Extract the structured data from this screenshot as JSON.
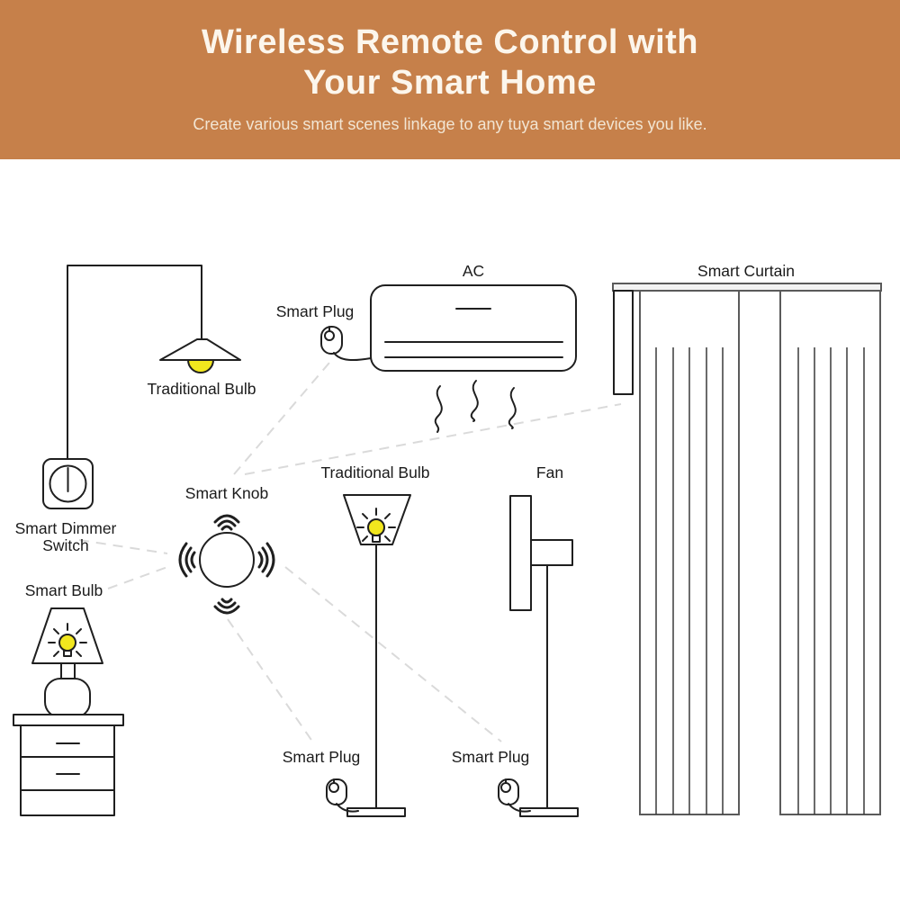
{
  "header": {
    "title_line1": "Wireless Remote Control with",
    "title_line2": "Your Smart Home",
    "subtitle": "Create various smart scenes linkage to any tuya smart devices you like."
  },
  "diagram": {
    "labels": {
      "pendant_bulb": "Traditional Bulb",
      "smart_plug_ac": "Smart Plug",
      "ac": "AC",
      "smart_curtain": "Smart Curtain",
      "smart_knob": "Smart Knob",
      "smart_dimmer_line1": "Smart Dimmer",
      "smart_dimmer_line2": "Switch",
      "smart_bulb": "Smart Bulb",
      "floor_lamp_bulb": "Traditional Bulb",
      "fan": "Fan",
      "smart_plug_floor_lamp": "Smart Plug",
      "smart_plug_fan": "Smart Plug"
    },
    "connections": [
      {
        "from": "smart-knob",
        "to": "smart-dimmer-switch"
      },
      {
        "from": "smart-knob",
        "to": "smart-bulb-lamp"
      },
      {
        "from": "smart-knob",
        "to": "smart-plug-ac"
      },
      {
        "from": "smart-knob",
        "to": "smart-curtain-motor"
      },
      {
        "from": "smart-knob",
        "to": "smart-plug-floor-lamp"
      },
      {
        "from": "smart-knob",
        "to": "smart-plug-fan"
      }
    ],
    "colors": {
      "banner_bg": "#c6804a",
      "banner_text": "#fcf6ec",
      "banner_subtext": "#f2e5d3",
      "line": "#1f1f1f",
      "curtain_line": "#5a5a5a",
      "dashed_line": "#dadada",
      "bulb_yellow": "#f2e71e",
      "background": "#ffffff"
    },
    "icons": {
      "smart_knob_icon": "circle-with-radio-waves",
      "smart_plug_icon": "plug-with-cord",
      "bulb_icon": "glowing-bulb",
      "dimmer_icon": "rounded-square-with-dial"
    }
  }
}
